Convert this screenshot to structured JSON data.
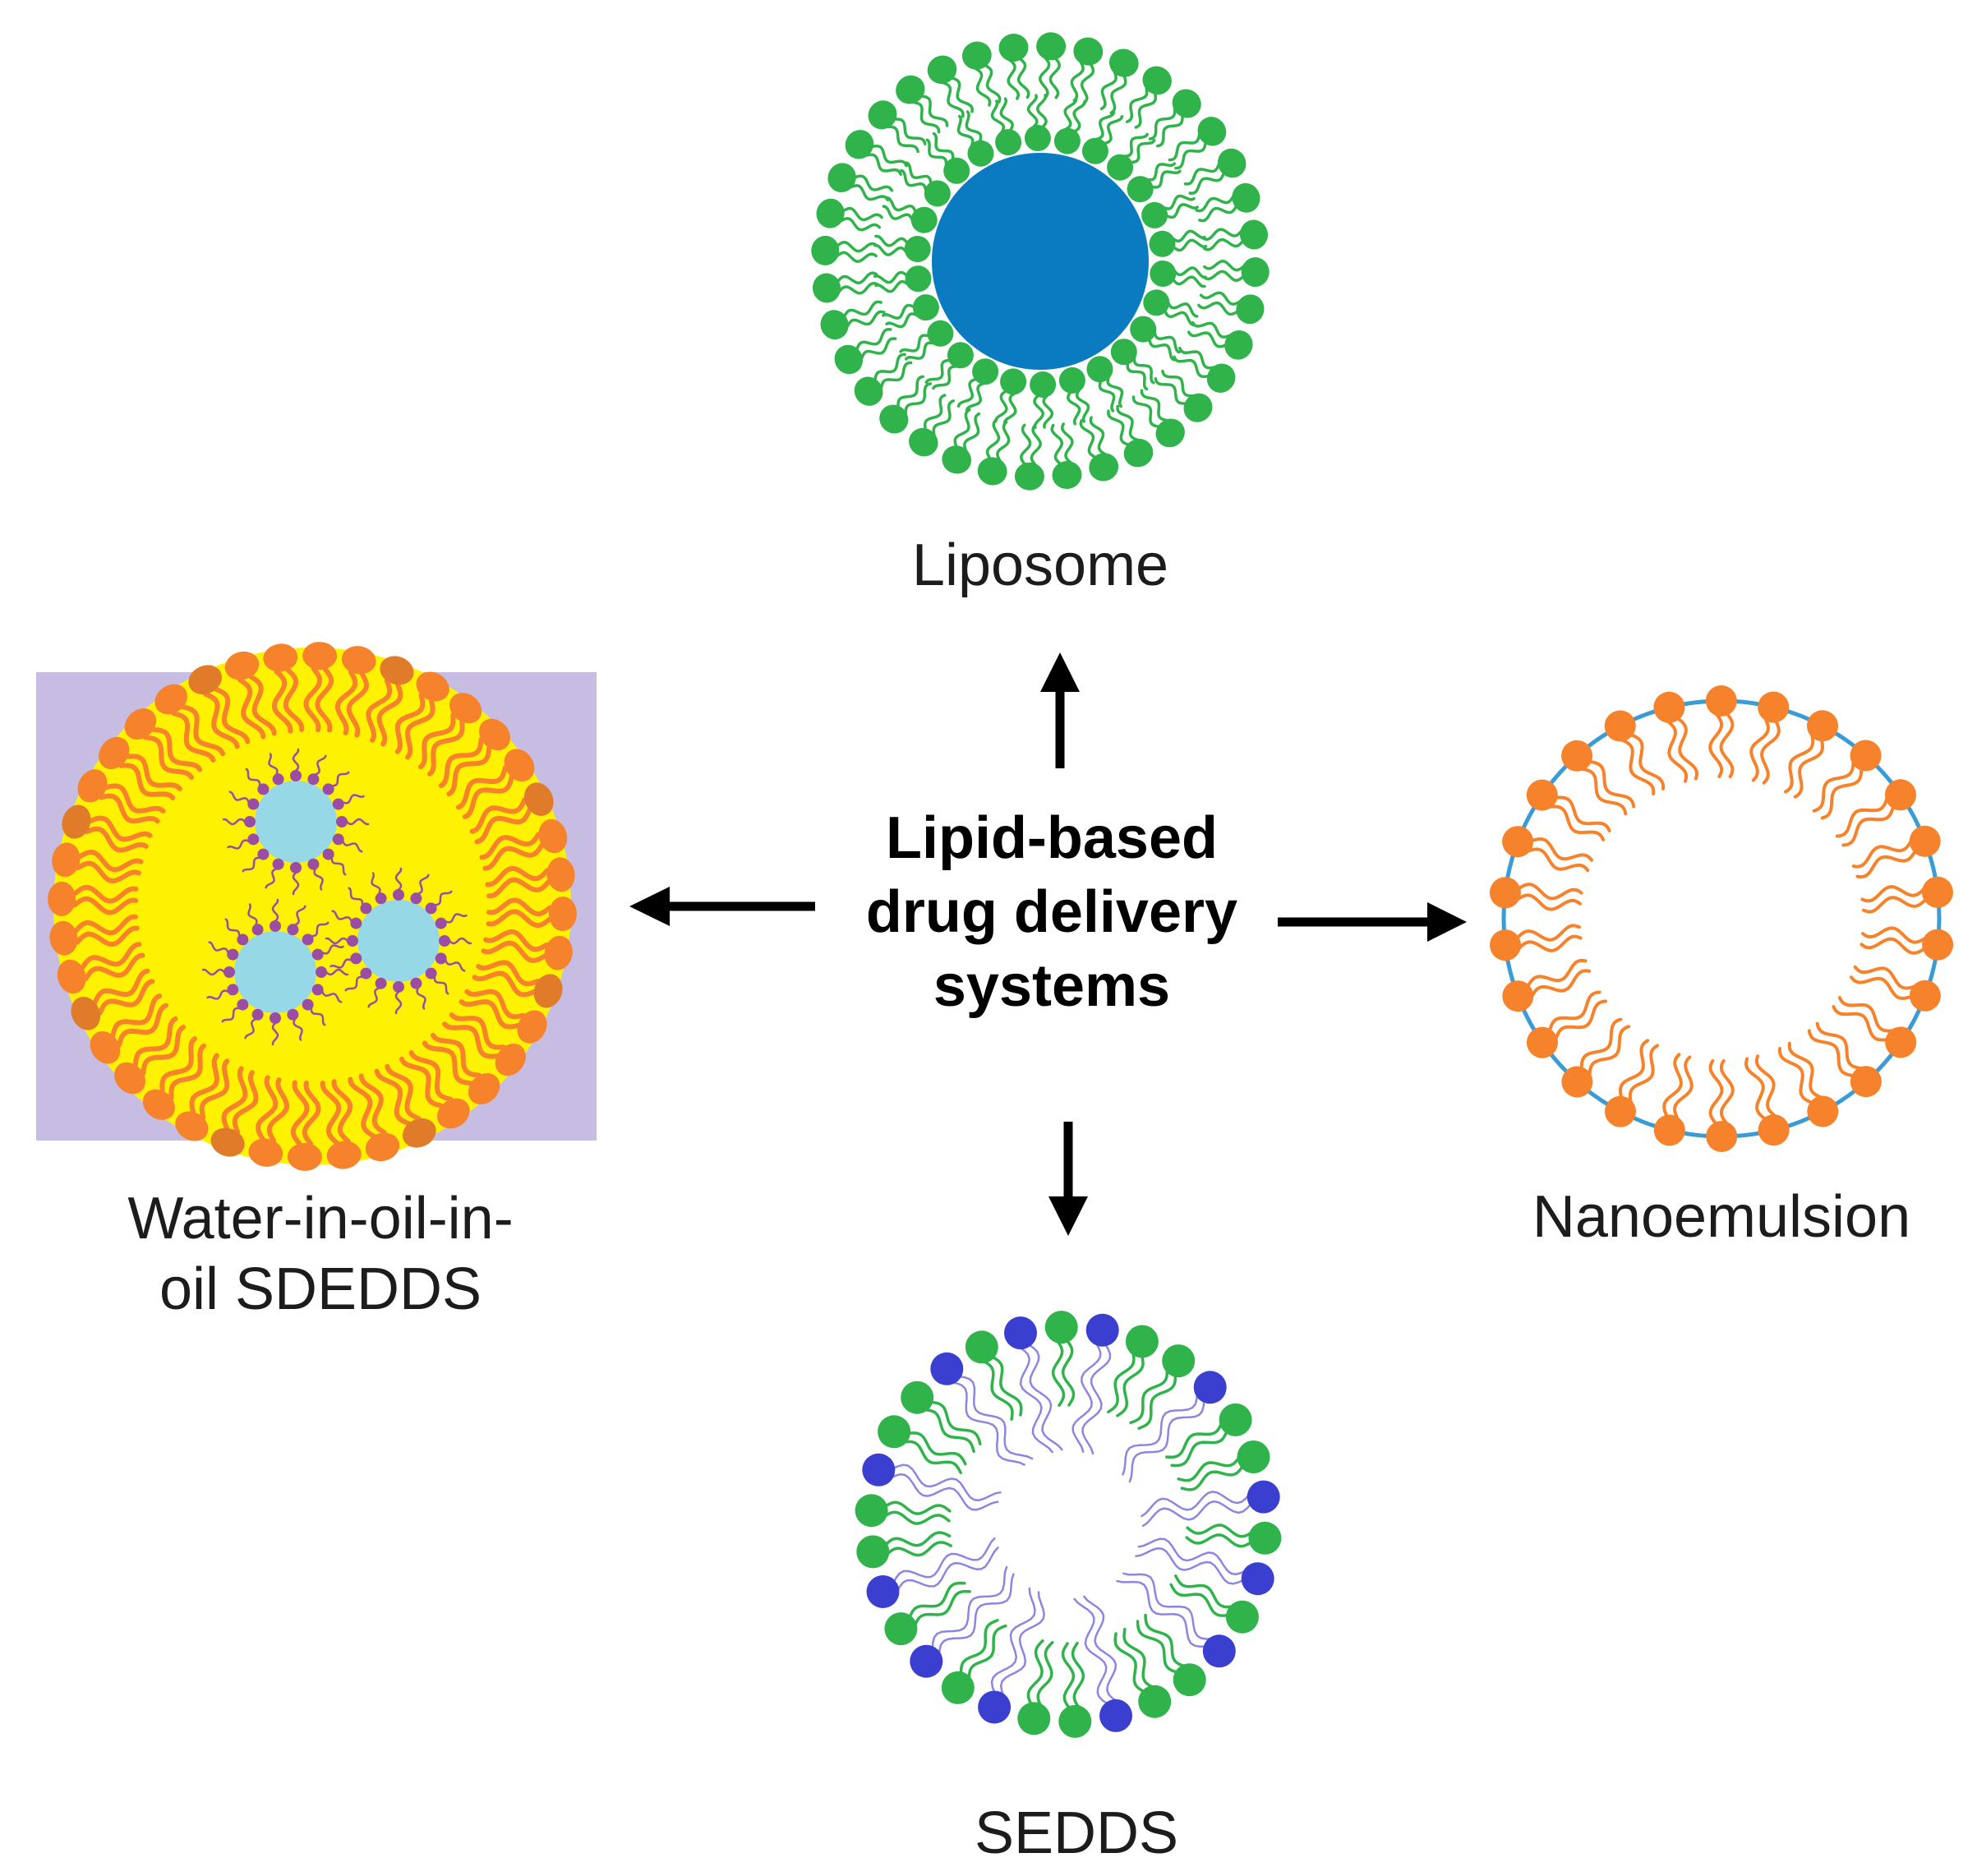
{
  "center": {
    "lines": [
      "Lipid-based",
      "drug delivery",
      "systems"
    ]
  },
  "nodes": {
    "liposome": {
      "label": "Liposome"
    },
    "nanoemulsion": {
      "label": "Nanoemulsion"
    },
    "sedds": {
      "label": "SEDDS"
    },
    "w_o_o": {
      "lines": [
        "Water-in-oil-in-",
        "oil SDEDDS"
      ]
    }
  },
  "colors": {
    "lipid_green": "#2fb34a",
    "core_blue": "#0a7bc0",
    "lipid_orange": "#f6822b",
    "shell_blue": "#3a9bd5",
    "surfactant_blue": "#3b3fcf",
    "tail_lavender": "#8c86e0",
    "oil_yellow": "#fff200",
    "bg_lavender": "#c7bde3",
    "droplet_cyan": "#97d8e6",
    "head_purple": "#9a4da3",
    "arrow": "#000000"
  }
}
